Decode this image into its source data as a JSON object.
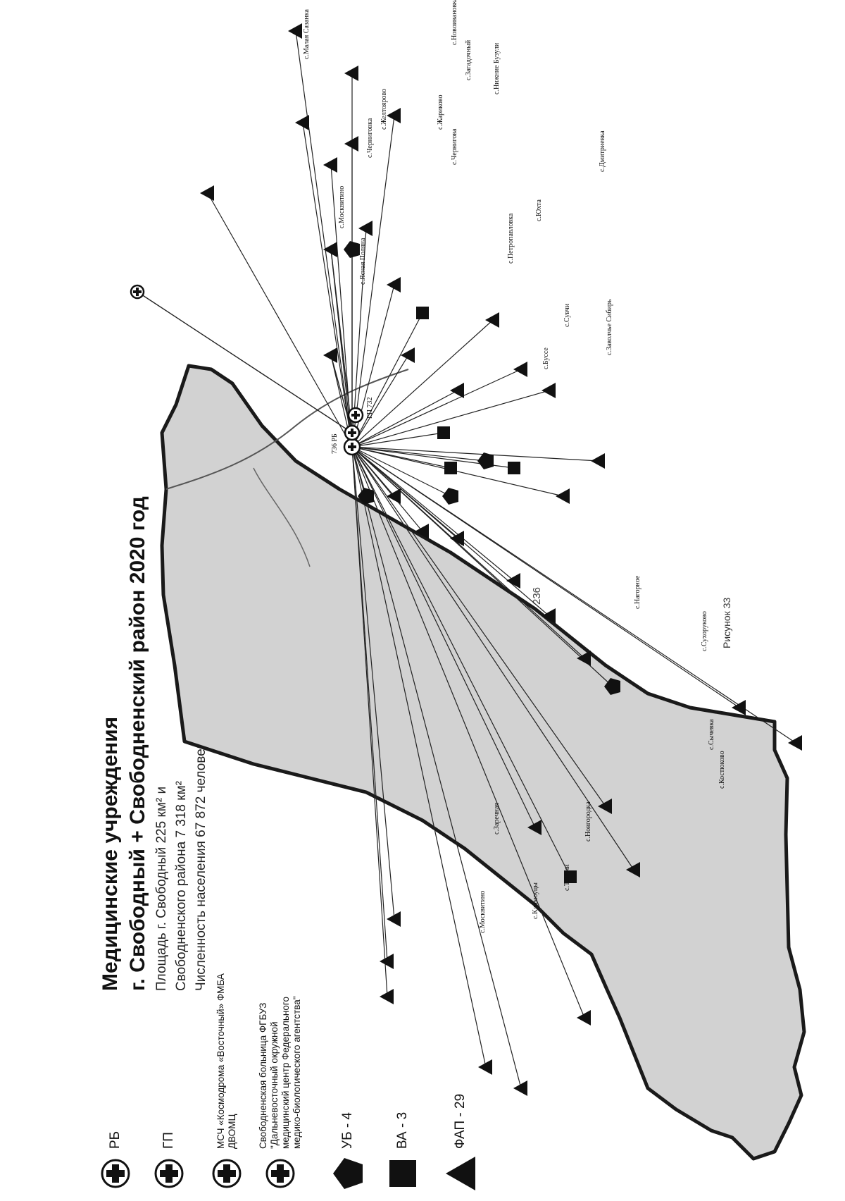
{
  "page_number": "236",
  "title": {
    "line1": "Медицинские учреждения",
    "line2": "г. Свободный + Свободненский район 2020 год"
  },
  "info": {
    "area_city": "Площадь г. Свободный 225 км² и",
    "area_district": "Свободненского района 7 318 км²",
    "population": "Численность населения 67 872 человек"
  },
  "legend": [
    {
      "symbol": "cross-circle",
      "label": "РБ"
    },
    {
      "symbol": "cross-circle",
      "label": "ГП"
    },
    {
      "symbol": "cross-circle",
      "label": "МСЧ «Космодрома «Восточный» ФМБА ДВОМЦ"
    },
    {
      "symbol": "cross-circle",
      "label": "Свободненская больница ФГБУЗ \"Дальневосточный окружной медицинский центр Федерального медико-биологического агентства\""
    },
    {
      "symbol": "pentagon",
      "label": "УБ - 4"
    },
    {
      "symbol": "square",
      "label": "ВА - 3"
    },
    {
      "symbol": "triangle",
      "label": "ФАП - 29"
    }
  ],
  "map": {
    "colors": {
      "fill": "#d2d2d2",
      "border": "#1a1a1a",
      "line": "#222222"
    },
    "hub_labels": [
      "736 РБ",
      "ГП 732"
    ],
    "places": [
      "с.Толкни",
      "с.Новгородка",
      "с.Костюково",
      "с.Сычевка",
      "с.Сухоруково",
      "с.Нагорное",
      "с.Заречная",
      "с.Москвитино",
      "с.Климоуцы",
      "с.Сувчи",
      "с.Заволчье Сибирь",
      "с.Буссе",
      "с.Петропавловка",
      "с.Юхта",
      "с.Дмитриевка",
      "с.Чернигова",
      "с.Жариково",
      "с.Нижние Бузули",
      "с.Загадочный",
      "с.Новоивановка",
      "с.Желтоярово",
      "с.Малая Сазанка",
      "с.Москвитино",
      "с.Ясная Поляна",
      "с.Черниговка"
    ]
  },
  "figure_caption": "Рисунок 33"
}
